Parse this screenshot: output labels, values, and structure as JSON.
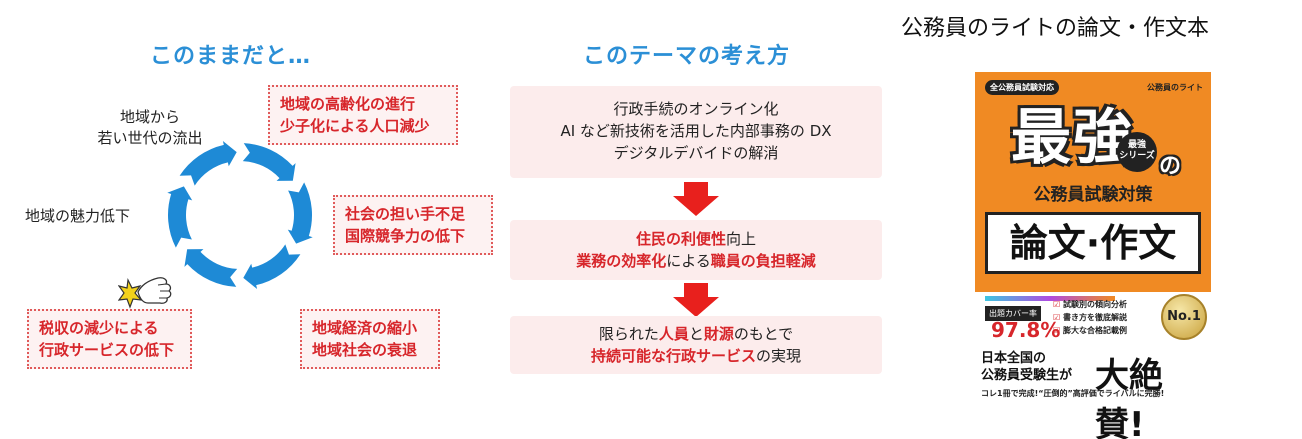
{
  "left": {
    "heading": "このままだと…",
    "cycle": {
      "youth_outflow": [
        "地域から",
        "若い世代の流出"
      ],
      "attractiveness": "地域の魅力低下",
      "aging": [
        "地域の高齢化の進行",
        "少子化による人口減少"
      ],
      "workers": [
        "社会の担い手不足",
        "国際競争力の低下"
      ],
      "economy": [
        "地域経済の縮小",
        "地域社会の衰退"
      ],
      "tax": [
        "税収の減少による",
        "行政サービスの低下"
      ]
    }
  },
  "middle": {
    "heading": "このテーマの考え方",
    "step1": [
      "行政手続のオンライン化",
      "AI など新技術を活用した内部事務の DX",
      "デジタルデバイドの解消"
    ],
    "step2": {
      "line1": [
        {
          "t": "住民の利便性",
          "red": true
        },
        {
          "t": "向上",
          "red": false
        }
      ],
      "line2": [
        {
          "t": "業務の効率化",
          "red": true
        },
        {
          "t": "による",
          "red": false
        },
        {
          "t": "職員の負担軽減",
          "red": true
        }
      ]
    },
    "step3": {
      "line1": [
        {
          "t": "限られた",
          "red": false
        },
        {
          "t": "人員",
          "red": true
        },
        {
          "t": "と",
          "red": false
        },
        {
          "t": "財源",
          "red": true
        },
        {
          "t": "のもとで",
          "red": false
        }
      ],
      "line2": [
        {
          "t": "持続可能な行政サービス",
          "red": true
        },
        {
          "t": "の実現",
          "red": false
        }
      ]
    },
    "colors": {
      "arrow": "#e8201d",
      "accent": "#2b8fd6",
      "highlight": "#d7262b"
    }
  },
  "right": {
    "heading": "公務員のライトの論文・作文本",
    "book": {
      "tag": "全公務員試験対応",
      "brand": "公務員のライト",
      "big": "最強",
      "badge": [
        "最強",
        "シリーズ"
      ],
      "no": "の",
      "sub": "公務員試験対策",
      "title": "論文·作文",
      "cover_label": "出題カバー率",
      "pct": "97.8%",
      "checks": [
        "試験別の傾向分析",
        "書き方を徹底解説",
        "膨大な合格記載例"
      ],
      "medal": "No.1",
      "foot1": [
        "日本全国の",
        "公務員受験生が"
      ],
      "foot2": "大絶賛!",
      "foot3": "コレ1冊で完成!“圧倒的”高評価でライバルに完勝!"
    }
  }
}
